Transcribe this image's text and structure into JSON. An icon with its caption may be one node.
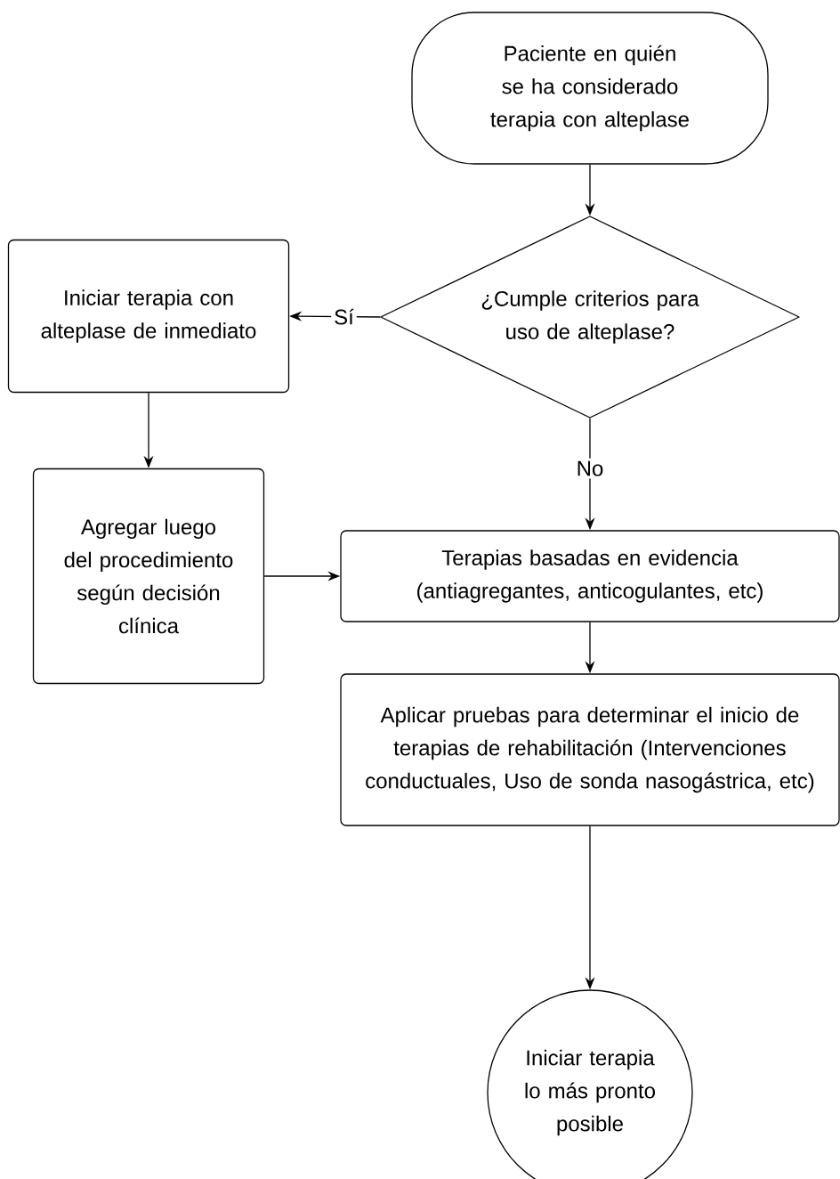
{
  "diagram": {
    "nodes": [
      {
        "text": [
          "Paciente en quién se ha considerado terapia con alteplase"
        ]
      },
      {
        "text": [
          "¿Cumple criterios para uso de alteplase?"
        ]
      },
      {
        "text": [
          "Iniciar terapia con alteplase de inmediato"
        ]
      },
      {
        "text": [
          "Agregar luego del procedimiento según decisión clínica"
        ]
      },
      {
        "text": [
          "Terapias basadas en evidencia (antiagregantes, anticogulantes, etc)"
        ]
      },
      {
        "text": [
          "Aplicar pruebas para determinar el inicio de terapias de rehabilitación (Intervenciones conductuales, Uso de sonda nasogástrica, etc)"
        ]
      },
      {
        "text": [
          "Iniciar terapia lo más pronto posible"
        ]
      }
    ],
    "edges": [
      {
        "from": 0,
        "to": 1,
        "arrow": "to"
      },
      {
        "from": 1,
        "to": 2,
        "arrow": "to",
        "label": "Sí"
      },
      {
        "from": 1,
        "to": 4,
        "arrow": "to",
        "label": "No"
      },
      {
        "from": 2,
        "to": 3,
        "arrow": "to"
      },
      {
        "from": 3,
        "to": 4,
        "arrow": "to"
      },
      {
        "from": 4,
        "to": 5,
        "arrow": "to"
      },
      {
        "from": 5,
        "to": 6,
        "arrow": "to"
      }
    ]
  }
}
